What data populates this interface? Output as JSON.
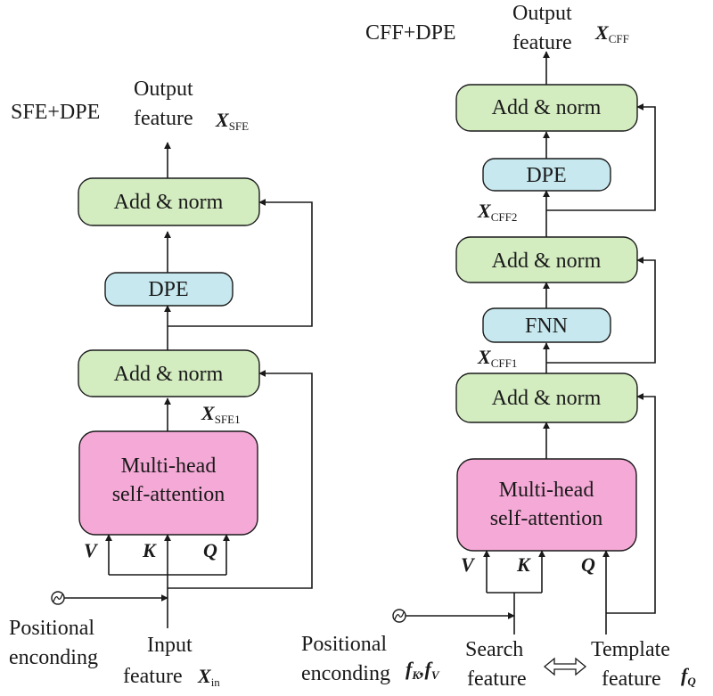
{
  "sfe": {
    "title": "SFE+DPE",
    "output_line1": "Output",
    "output_line2": "feature",
    "output_var": "X",
    "output_sub": "SFE",
    "add_norm_top": "Add & norm",
    "dpe": "DPE",
    "add_norm_bottom": "Add & norm",
    "mid_var": "X",
    "mid_sub": "SFE1",
    "attention_line1": "Multi-head",
    "attention_line2": "self-attention",
    "v": "V",
    "k": "K",
    "q": "Q",
    "pos_line1": "Positional",
    "pos_line2": "enconding",
    "input_line1": "Input",
    "input_line2": "feature",
    "input_var": "X",
    "input_sub": "in"
  },
  "cff": {
    "title": "CFF+DPE",
    "output_line1": "Output",
    "output_line2": "feature",
    "output_var": "X",
    "output_sub": "CFF",
    "add_norm_top": "Add & norm",
    "dpe": "DPE",
    "var2": "X",
    "var2_sub": "CFF2",
    "add_norm_mid": "Add & norm",
    "fnn": "FNN",
    "var1": "X",
    "var1_sub": "CFF1",
    "add_norm_bottom": "Add & norm",
    "attention_line1": "Multi-head",
    "attention_line2": "self-attention",
    "v": "V",
    "k": "K",
    "q": "Q",
    "pos_line1": "Positional",
    "pos_line2": "enconding",
    "fk": "f",
    "fk_sub": "K",
    "comma": ",",
    "fv": "f",
    "fv_sub": "V",
    "search_line1": "Search",
    "search_line2": "feature",
    "template_line1": "Template",
    "template_line2": "feature",
    "fq": "f",
    "fq_sub": "Q"
  },
  "colors": {
    "add_norm": "#d3ecc0",
    "dpe_fnn": "#c6e8ee",
    "attention": "#f5a9d6",
    "line": "#1a1a1a"
  }
}
